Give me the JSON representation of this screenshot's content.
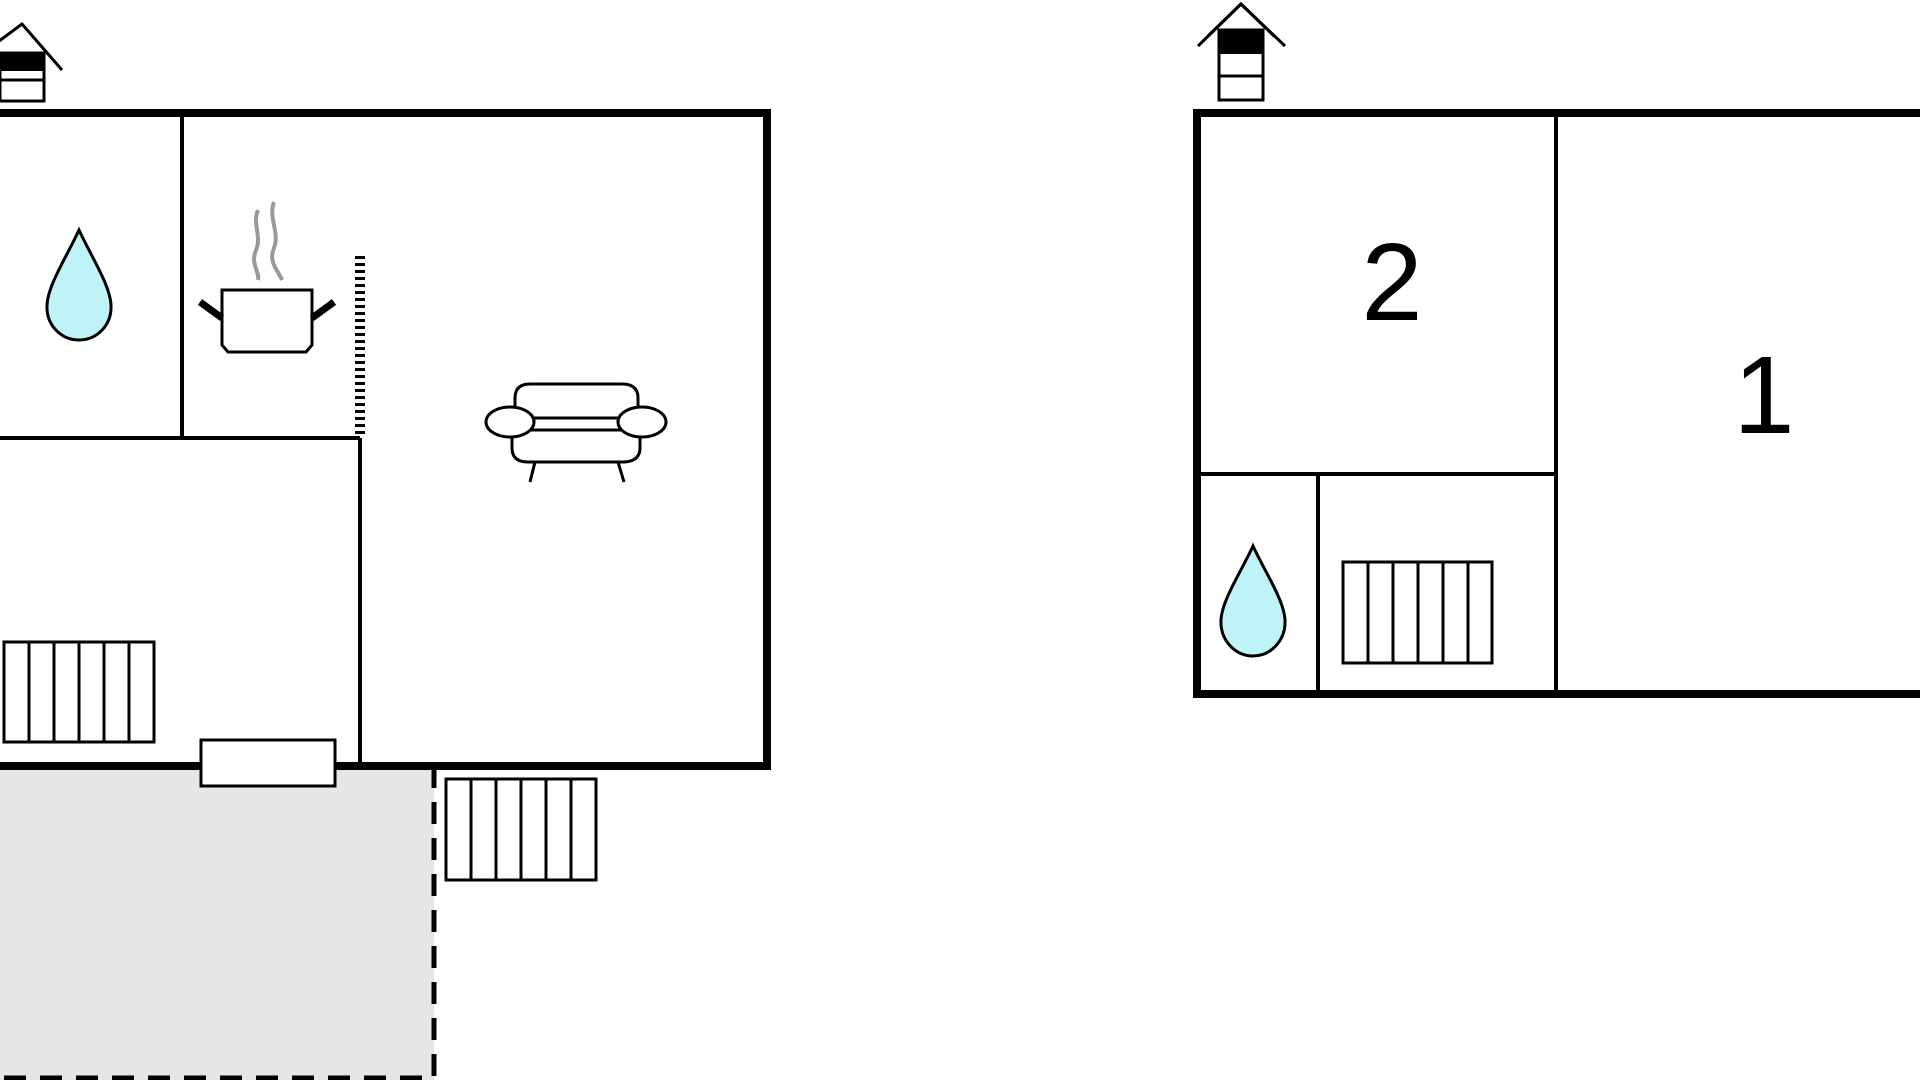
{
  "colors": {
    "wall": "#000000",
    "water_drop": "#bff3f8",
    "terrace": "#e6e6e6",
    "steam": "#999999",
    "background": "#ffffff"
  },
  "ground_floor": {
    "icons": [
      "house-entrance-icon",
      "bathroom-water-icon",
      "kitchen-pot-icon",
      "stairs-icon",
      "sofa-icon",
      "bed-icon",
      "door-icon",
      "bed-icon",
      "terrace-area"
    ]
  },
  "upper_floor": {
    "icons": [
      "house-entrance-icon",
      "bathroom-water-icon",
      "bed-icon"
    ],
    "rooms": [
      {
        "number": "2"
      },
      {
        "number": "1"
      }
    ]
  }
}
